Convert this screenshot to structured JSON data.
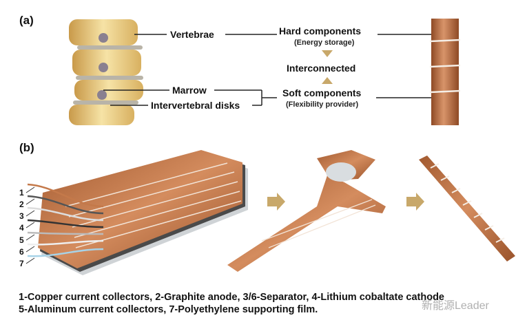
{
  "panel_a": {
    "label": "(a)",
    "vertebrae": "Vertebrae",
    "marrow": "Marrow",
    "disks": "Intervertebral disks",
    "hard": "Hard components",
    "hard_sub": "(Energy storage)",
    "interconnected": "Interconnected",
    "soft": "Soft components",
    "soft_sub": "(Flexibility provider)"
  },
  "panel_b": {
    "label": "(b)",
    "layer_numbers": [
      "1",
      "2",
      "3",
      "4",
      "5",
      "6",
      "7"
    ]
  },
  "caption": {
    "line1": "1-Copper current collectors, 2-Graphite anode, 3/6-Separator, 4-Lithium cobaltate cathode",
    "line2": "5-Aluminum current collectors, 7-Polyethylene supporting film."
  },
  "watermark": "新能源Leader",
  "colors": {
    "copper": "#c4794a",
    "bone": "#efd68f",
    "arrow": "#c8a86a"
  }
}
